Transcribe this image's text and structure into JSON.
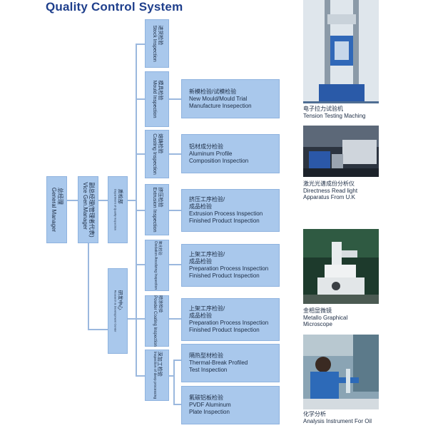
{
  "title": "Quality Control System",
  "general_manager": {
    "cn": "总经理",
    "en": "General Manager"
  },
  "vice_manager": {
    "cn": "副总经理(管理者代表)",
    "en": "Vice Gen.Manager"
  },
  "quality_dept": {
    "cn": "质检部",
    "en": "Department of Quality Inspection"
  },
  "rd_center": {
    "cn": "研发中心",
    "en": "Research & Development Center"
  },
  "inspections": [
    {
      "cn": "进货检验",
      "en": "Stock Inspection"
    },
    {
      "cn": "模具检验",
      "en": "Mould Inspection"
    },
    {
      "cn": "熔铸检验",
      "en": "Casting Inspection"
    },
    {
      "cn": "挤压检验",
      "en": "Extrusion Inspection"
    },
    {
      "cn": "氧化检验",
      "en": "Oxidation Anodizing Inspection"
    },
    {
      "cn": "喷涂检验",
      "en": "Powder Coating Inspection"
    },
    {
      "cn": "深加工检验",
      "en": "Inspection of deep processing"
    }
  ],
  "details": [
    {
      "cn": "新模检验/试模检验",
      "en1": "New Mould/Mould Trial",
      "en2": "Manufacture Insepection"
    },
    {
      "cn": "铝材成分检验",
      "en1": "Aluminum Profile",
      "en2": "Composition Inspection"
    },
    {
      "cn": "挤压工序检验/",
      "cn2": "成品检验",
      "en1": "Extrusion Process Inspection",
      "en2": "Finished Product Inspection"
    },
    {
      "cn": "上架工序检验/",
      "cn2": "成品检验",
      "en1": "Preparation Process Inspection",
      "en2": "Finished Product Inspection"
    },
    {
      "cn": "上架工序检验/",
      "cn2": "成品检验",
      "en1": "Preparation Process Inspection",
      "en2": "Finished Product Inspection"
    },
    {
      "cn": "隔热型材检验",
      "en1": "Thermal-Break Profiled",
      "en2": "Test Inspection"
    },
    {
      "cn": "氟碳铝板检验",
      "en1": "PVDF Aluminum",
      "en2": "Plate Inspection"
    }
  ],
  "photos": [
    {
      "cn": "电子拉力试验机",
      "en": "Tension Testing Maching",
      "en2": ""
    },
    {
      "cn": "激光光谱成份分析仪",
      "en": "Directness Read light",
      "en2": "Apparatus From U.K"
    },
    {
      "cn": "金相显微镜",
      "en": "Metallo Graphical",
      "en2": "Microscope"
    },
    {
      "cn": "化学分析",
      "en": "Analysis Instrument For Oil",
      "en2": ""
    }
  ],
  "colors": {
    "box": "#a9c8ec",
    "line": "#9bb8de",
    "title": "#1f3f8c"
  }
}
